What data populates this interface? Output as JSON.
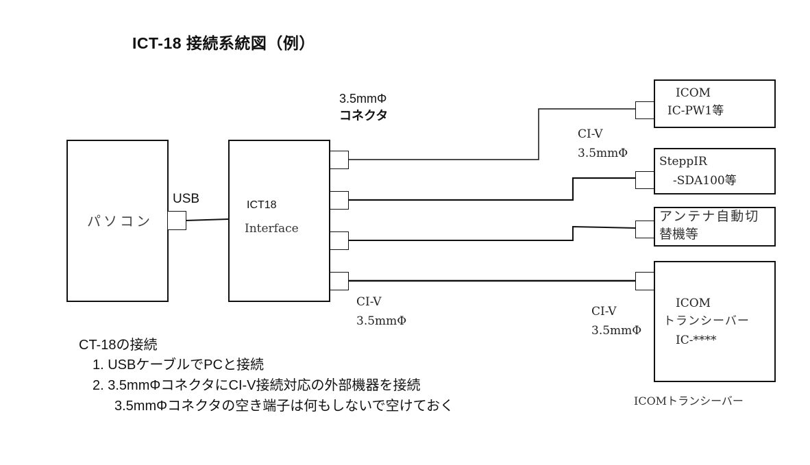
{
  "title": "ICT-18 接続系統図（例）",
  "pc": {
    "label": "パソコン"
  },
  "usb_label": "USB",
  "interface": {
    "line1": "ICT18",
    "line2": "Interface"
  },
  "connector_label": {
    "line1": "3.5mmΦ",
    "line2": "コネクタ"
  },
  "civ_labels": [
    {
      "line1": "CI-V",
      "line2": "3.5mmΦ"
    },
    {
      "line1": "CI-V",
      "line2": "3.5mmΦ"
    },
    {
      "line1": "CI-V",
      "line2": "3.5mmΦ"
    }
  ],
  "devices": [
    {
      "line1": "ICOM",
      "line2": "IC-PW1等"
    },
    {
      "line1": "SteppIR",
      "line2": "-SDA100等"
    },
    {
      "line1": "アンテナ自動切",
      "line2": "替機等"
    },
    {
      "line1": "ICOM",
      "line2": "トランシーバー",
      "line3": "IC-****"
    }
  ],
  "transceiver_caption": "ICOMトランシーバー",
  "notes": {
    "heading": "CT-18の接続",
    "items": [
      "1. USBケーブルでPCと接続",
      "2. 3.5mmΦコネクタにCI-V接続対応の外部機器を接続",
      "3.5mmΦコネクタの空き端子は何もしないで空けておく"
    ]
  }
}
